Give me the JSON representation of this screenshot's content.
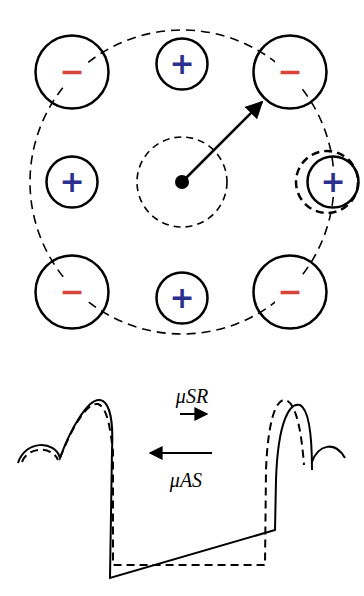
{
  "diagram": {
    "nodes": [
      {
        "text": [
          "−"
        ]
      },
      {
        "text": [
          "+"
        ]
      },
      {
        "text": [
          "−"
        ]
      },
      {
        "text": [
          "+"
        ]
      },
      {
        "text": [
          "+"
        ]
      },
      {
        "text": [
          "−"
        ]
      },
      {
        "text": [
          "+"
        ]
      },
      {
        "text": [
          "−"
        ]
      }
    ],
    "labels": [
      "μSR",
      "μAS"
    ]
  }
}
